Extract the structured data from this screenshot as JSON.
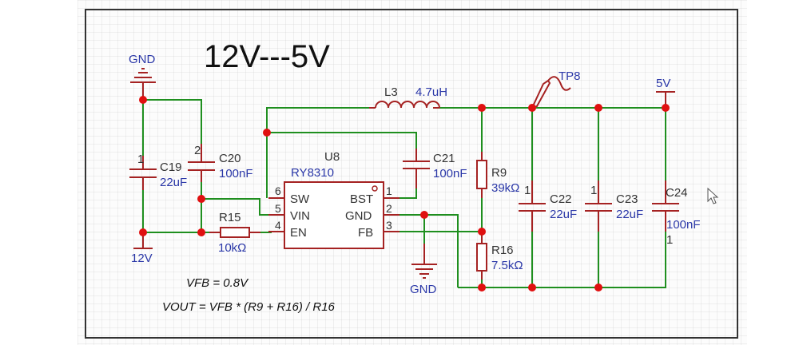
{
  "title": "12V---5V",
  "nets": {
    "gnd_top": "GND",
    "gnd_bottom": "GND",
    "vin": "12V",
    "vout": "5V",
    "testpoint": "TP8"
  },
  "ic": {
    "ref": "U8",
    "part": "RY8310",
    "pins": [
      {
        "num": "6",
        "name": "SW"
      },
      {
        "num": "5",
        "name": "VIN"
      },
      {
        "num": "4",
        "name": "EN"
      },
      {
        "num": "1",
        "name": "BST"
      },
      {
        "num": "2",
        "name": "GND"
      },
      {
        "num": "3",
        "name": "FB"
      }
    ]
  },
  "components": {
    "C19": {
      "ref": "C19",
      "value": "22uF",
      "pin": "1"
    },
    "C20": {
      "ref": "C20",
      "value": "100nF",
      "pin": "2"
    },
    "R15": {
      "ref": "R15",
      "value": "10kΩ"
    },
    "L3": {
      "ref": "L3",
      "value": "4.7uH"
    },
    "C21": {
      "ref": "C21",
      "value": "100nF"
    },
    "R9": {
      "ref": "R9",
      "value": "39kΩ"
    },
    "R16": {
      "ref": "R16",
      "value": "7.5kΩ"
    },
    "C22": {
      "ref": "C22",
      "value": "22uF",
      "pin": "1"
    },
    "C23": {
      "ref": "C23",
      "value": "22uF",
      "pin": "1"
    },
    "C24": {
      "ref": "C24",
      "value": "100nF",
      "pin": "1"
    }
  },
  "notes": {
    "vfb": "VFB = 0.8V",
    "vout_formula": "VOUT = VFB * (R9 + R16) / R16"
  }
}
